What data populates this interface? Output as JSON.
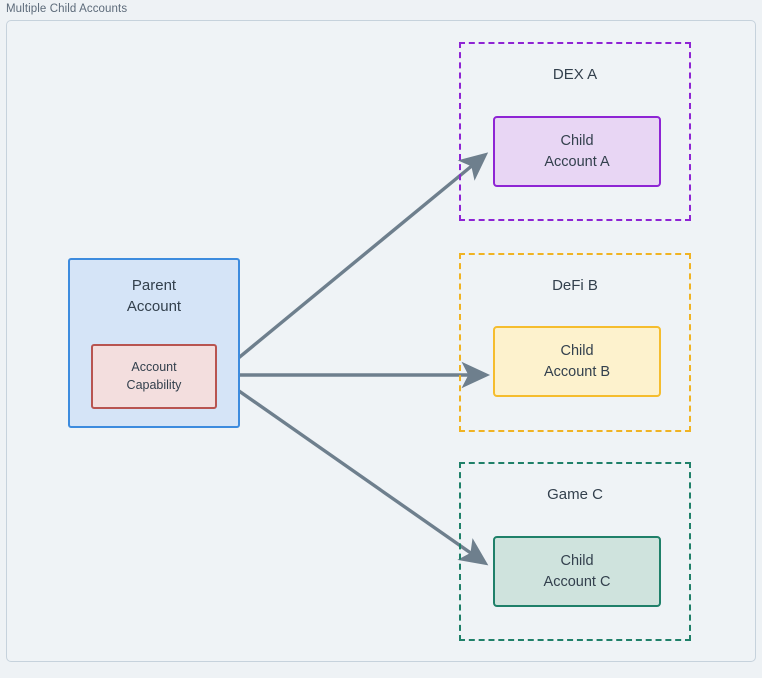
{
  "frame": {
    "title": "Multiple Child Accounts",
    "background": "#eff3f6",
    "border_color": "#c6d2dc"
  },
  "parent": {
    "label_line1": "Parent",
    "label_line2": "Account",
    "fill": "#d5e4f7",
    "border": "#3d8bde",
    "capability": {
      "label_line1": "Account",
      "label_line2": "Capability",
      "fill": "#f3dede",
      "border": "#b85450"
    }
  },
  "groups": [
    {
      "name": "dex-a",
      "label": "DEX A",
      "border_color": "#8e24d4",
      "child": {
        "label_line1": "Child",
        "label_line2": "Account A",
        "fill": "#e8d6f4",
        "border": "#8e24d4"
      }
    },
    {
      "name": "defi-b",
      "label": "DeFi B",
      "border_color": "#f0b323",
      "child": {
        "label_line1": "Child",
        "label_line2": "Account B",
        "fill": "#fdf2cd",
        "border": "#f5bd2e"
      }
    },
    {
      "name": "game-c",
      "label": "Game C",
      "border_color": "#1f8069",
      "child": {
        "label_line1": "Child",
        "label_line2": "Account C",
        "fill": "#cfe3dd",
        "border": "#1f8069"
      }
    }
  ],
  "arrows": {
    "color": "#6e7f8d",
    "count": 3,
    "origin": "account-capability",
    "targets": [
      "child-account-a",
      "child-account-b",
      "child-account-c"
    ]
  }
}
